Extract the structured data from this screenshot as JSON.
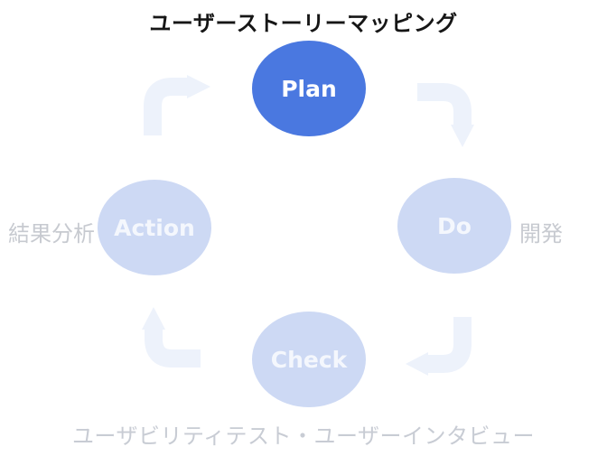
{
  "title": "ユーザーストーリーマッピング",
  "colors": {
    "plan_circle": "#4a78e0",
    "light_circle": "#cdd9f4",
    "arrow": "#edf2fb",
    "muted_label": "#c7cad0",
    "title_text": "#161616"
  },
  "cycle": {
    "plan": {
      "label": "Plan"
    },
    "do": {
      "label": "Do",
      "annotation": "開発"
    },
    "check": {
      "label": "Check",
      "annotation": "ユーザビリティテスト・ユーザーインタビュー"
    },
    "action": {
      "label": "Action",
      "annotation": "結果分析"
    }
  },
  "icons": [
    "curved-arrow-action-to-plan",
    "curved-arrow-plan-to-do",
    "curved-arrow-do-to-check",
    "curved-arrow-check-to-action"
  ]
}
